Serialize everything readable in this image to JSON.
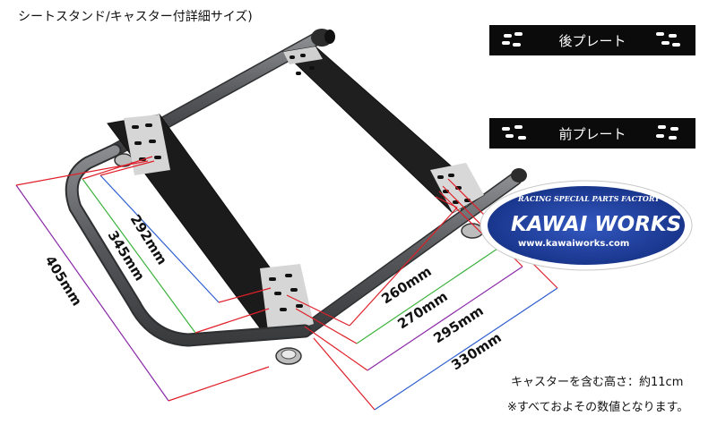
{
  "title": "シートスタンド/キャスター付詳細サイズ)",
  "plates": {
    "rear": "後プレート",
    "front": "前プレート"
  },
  "dimensions": {
    "d292": "292mm",
    "d345": "345mm",
    "d405": "405mm",
    "d260": "260mm",
    "d270": "270mm",
    "d295": "295mm",
    "d330": "330mm"
  },
  "logo": {
    "tagline": "RACING SPECIAL PARTS FACTORY",
    "name": "KAWAI WORKS",
    "url": "www.kawaiworks.com"
  },
  "notes": {
    "caster_height": "キャスターを含む高さ：約11cm",
    "approx": "※すべておよその数値となります。"
  },
  "colors": {
    "frame": "#5a5c5f",
    "plate": "#1c1c1c",
    "red_line": "#e0202a",
    "green_line": "#3cb23c",
    "blue_line": "#2e5fd0",
    "purple_line": "#8a2aa8",
    "logo_blue": "#1c3f9c"
  }
}
